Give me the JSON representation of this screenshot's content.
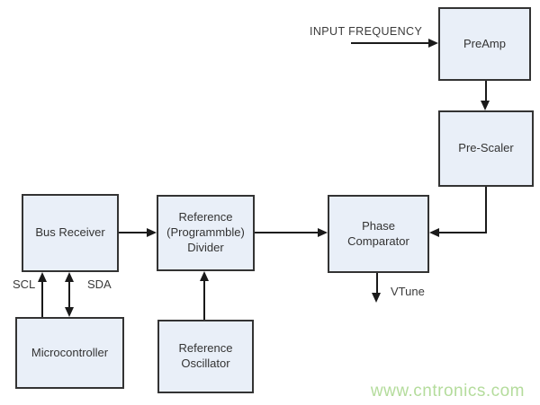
{
  "blocks": {
    "preamp": {
      "label": "PreAmp"
    },
    "prescaler": {
      "label": "Pre-Scaler"
    },
    "bus_receiver": {
      "label": "Bus Receiver"
    },
    "reference_divider": {
      "label": "Reference (Programmble) Divider"
    },
    "phase_comparator": {
      "label": "Phase Comparator"
    },
    "microcontroller": {
      "label": "Microcontroller"
    },
    "reference_oscillator": {
      "label": "Reference Oscillator"
    }
  },
  "labels": {
    "input_frequency": "INPUT FREQUENCY",
    "scl": "SCL",
    "sda": "SDA",
    "vtune": "VTune"
  },
  "watermark": "www.cntronics.com",
  "colors": {
    "block_fill": "#e9eff8",
    "block_border": "#333333",
    "connector": "#1a1a1a",
    "text": "#3a3a3a",
    "watermark": "#b4dc9c",
    "background": "#ffffff"
  }
}
